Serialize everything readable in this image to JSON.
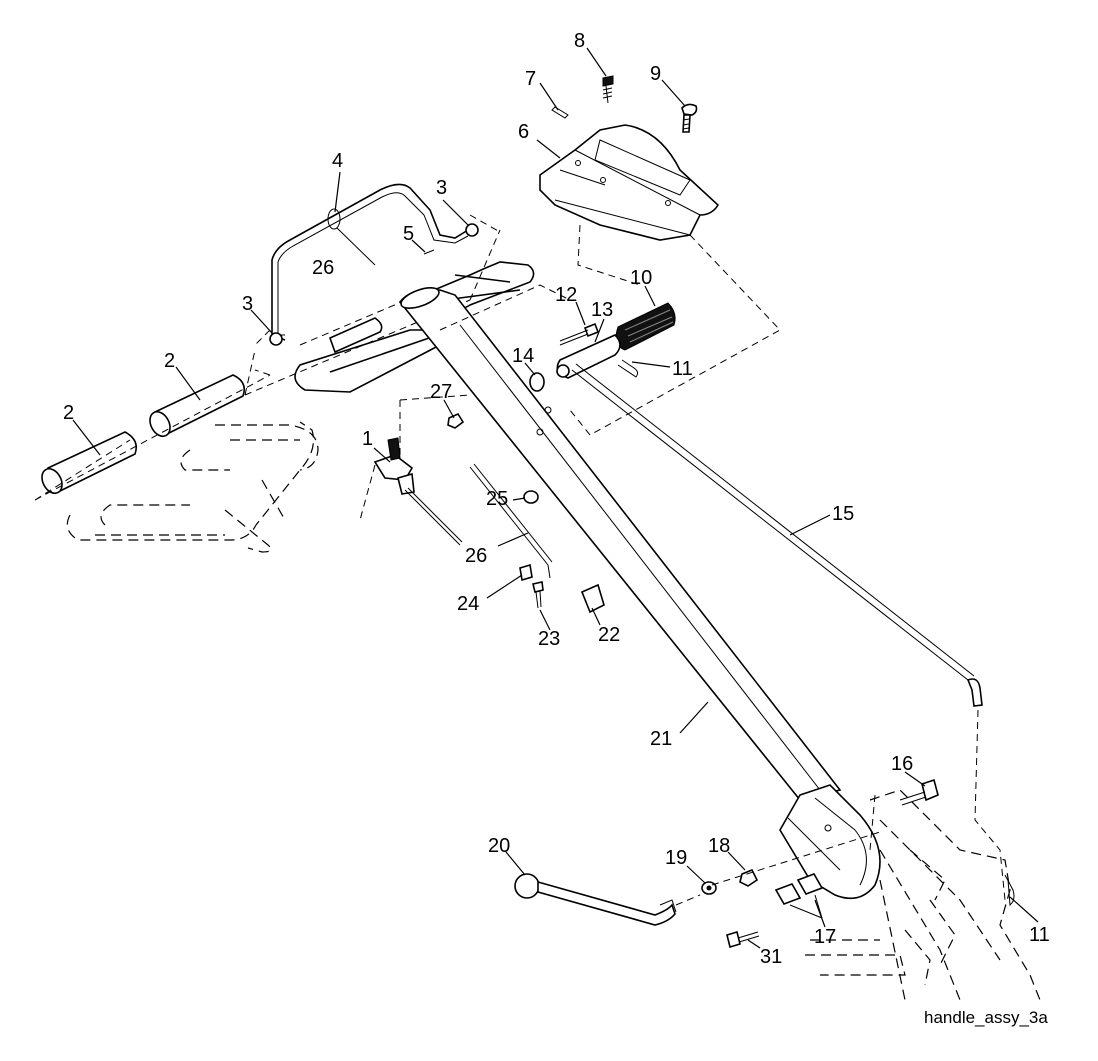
{
  "caption": "handle_assy_3a",
  "callouts": [
    {
      "id": "1",
      "text": "1"
    },
    {
      "id": "2a",
      "text": "2"
    },
    {
      "id": "2b",
      "text": "2"
    },
    {
      "id": "3a",
      "text": "3"
    },
    {
      "id": "3b",
      "text": "3"
    },
    {
      "id": "4",
      "text": "4"
    },
    {
      "id": "5",
      "text": "5"
    },
    {
      "id": "6",
      "text": "6"
    },
    {
      "id": "7",
      "text": "7"
    },
    {
      "id": "8",
      "text": "8"
    },
    {
      "id": "9",
      "text": "9"
    },
    {
      "id": "10",
      "text": "10"
    },
    {
      "id": "11a",
      "text": "11"
    },
    {
      "id": "11b",
      "text": "11"
    },
    {
      "id": "12",
      "text": "12"
    },
    {
      "id": "13",
      "text": "13"
    },
    {
      "id": "14",
      "text": "14"
    },
    {
      "id": "15",
      "text": "15"
    },
    {
      "id": "16",
      "text": "16"
    },
    {
      "id": "17",
      "text": "17"
    },
    {
      "id": "18",
      "text": "18"
    },
    {
      "id": "19",
      "text": "19"
    },
    {
      "id": "20",
      "text": "20"
    },
    {
      "id": "21",
      "text": "21"
    },
    {
      "id": "22",
      "text": "22"
    },
    {
      "id": "23",
      "text": "23"
    },
    {
      "id": "24",
      "text": "24"
    },
    {
      "id": "25",
      "text": "25"
    },
    {
      "id": "26a",
      "text": "26"
    },
    {
      "id": "26b",
      "text": "26"
    },
    {
      "id": "27",
      "text": "27"
    },
    {
      "id": "31",
      "text": "31"
    }
  ]
}
